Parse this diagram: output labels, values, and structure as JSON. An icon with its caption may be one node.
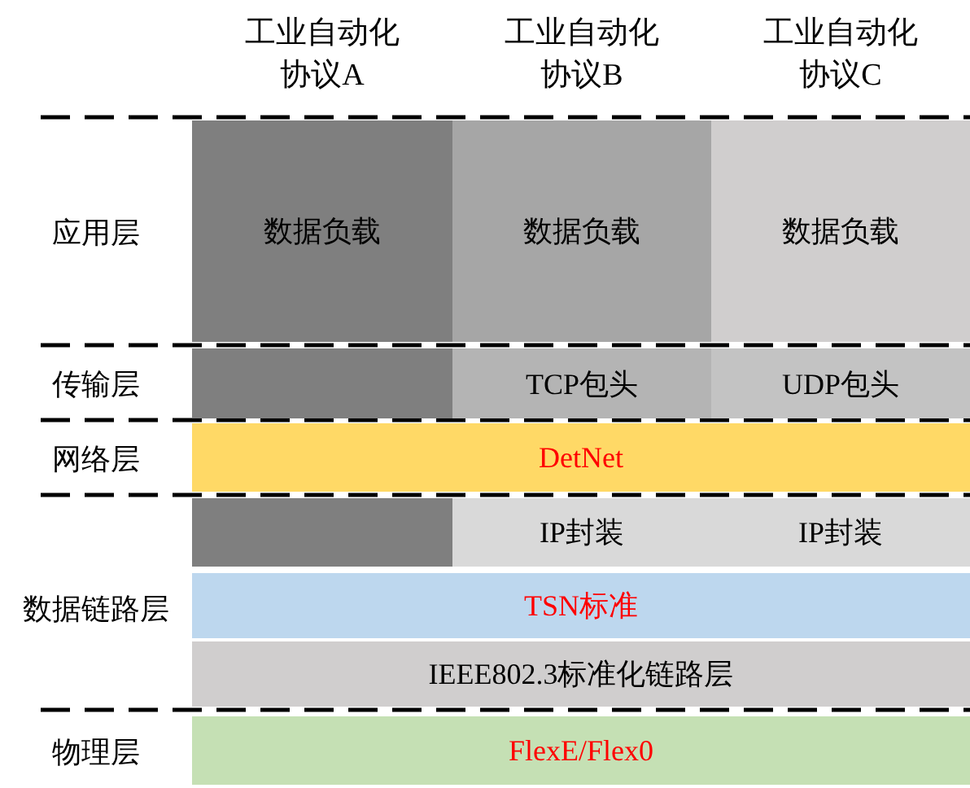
{
  "diagram": {
    "nodes": [
      {
        "text": [
          "数据负载"
        ]
      },
      {
        "text": [
          "数据负载"
        ]
      },
      {
        "text": [
          "数据负载"
        ]
      },
      {
        "text": [],
        "shape": "box"
      },
      {
        "text": [
          "TCP包头"
        ]
      },
      {
        "text": [
          "UDP包头"
        ]
      },
      {
        "text": [
          "DetNet"
        ]
      },
      {
        "text": [],
        "shape": "box"
      },
      {
        "text": [
          "IP封装"
        ]
      },
      {
        "text": [
          "IP封装"
        ]
      },
      {
        "text": [
          "TSN标准"
        ]
      },
      {
        "text": [
          "IEEE802.3标准化链路层"
        ]
      },
      {
        "text": [
          "FlexE/Flex0"
        ]
      }
    ],
    "edges": [],
    "labels": [
      "工业自动化协议A",
      "工业自动化协议B",
      "工业自动化协议C",
      "应用层",
      "传输层",
      "网络层",
      "数据链路层",
      "物理层"
    ]
  }
}
